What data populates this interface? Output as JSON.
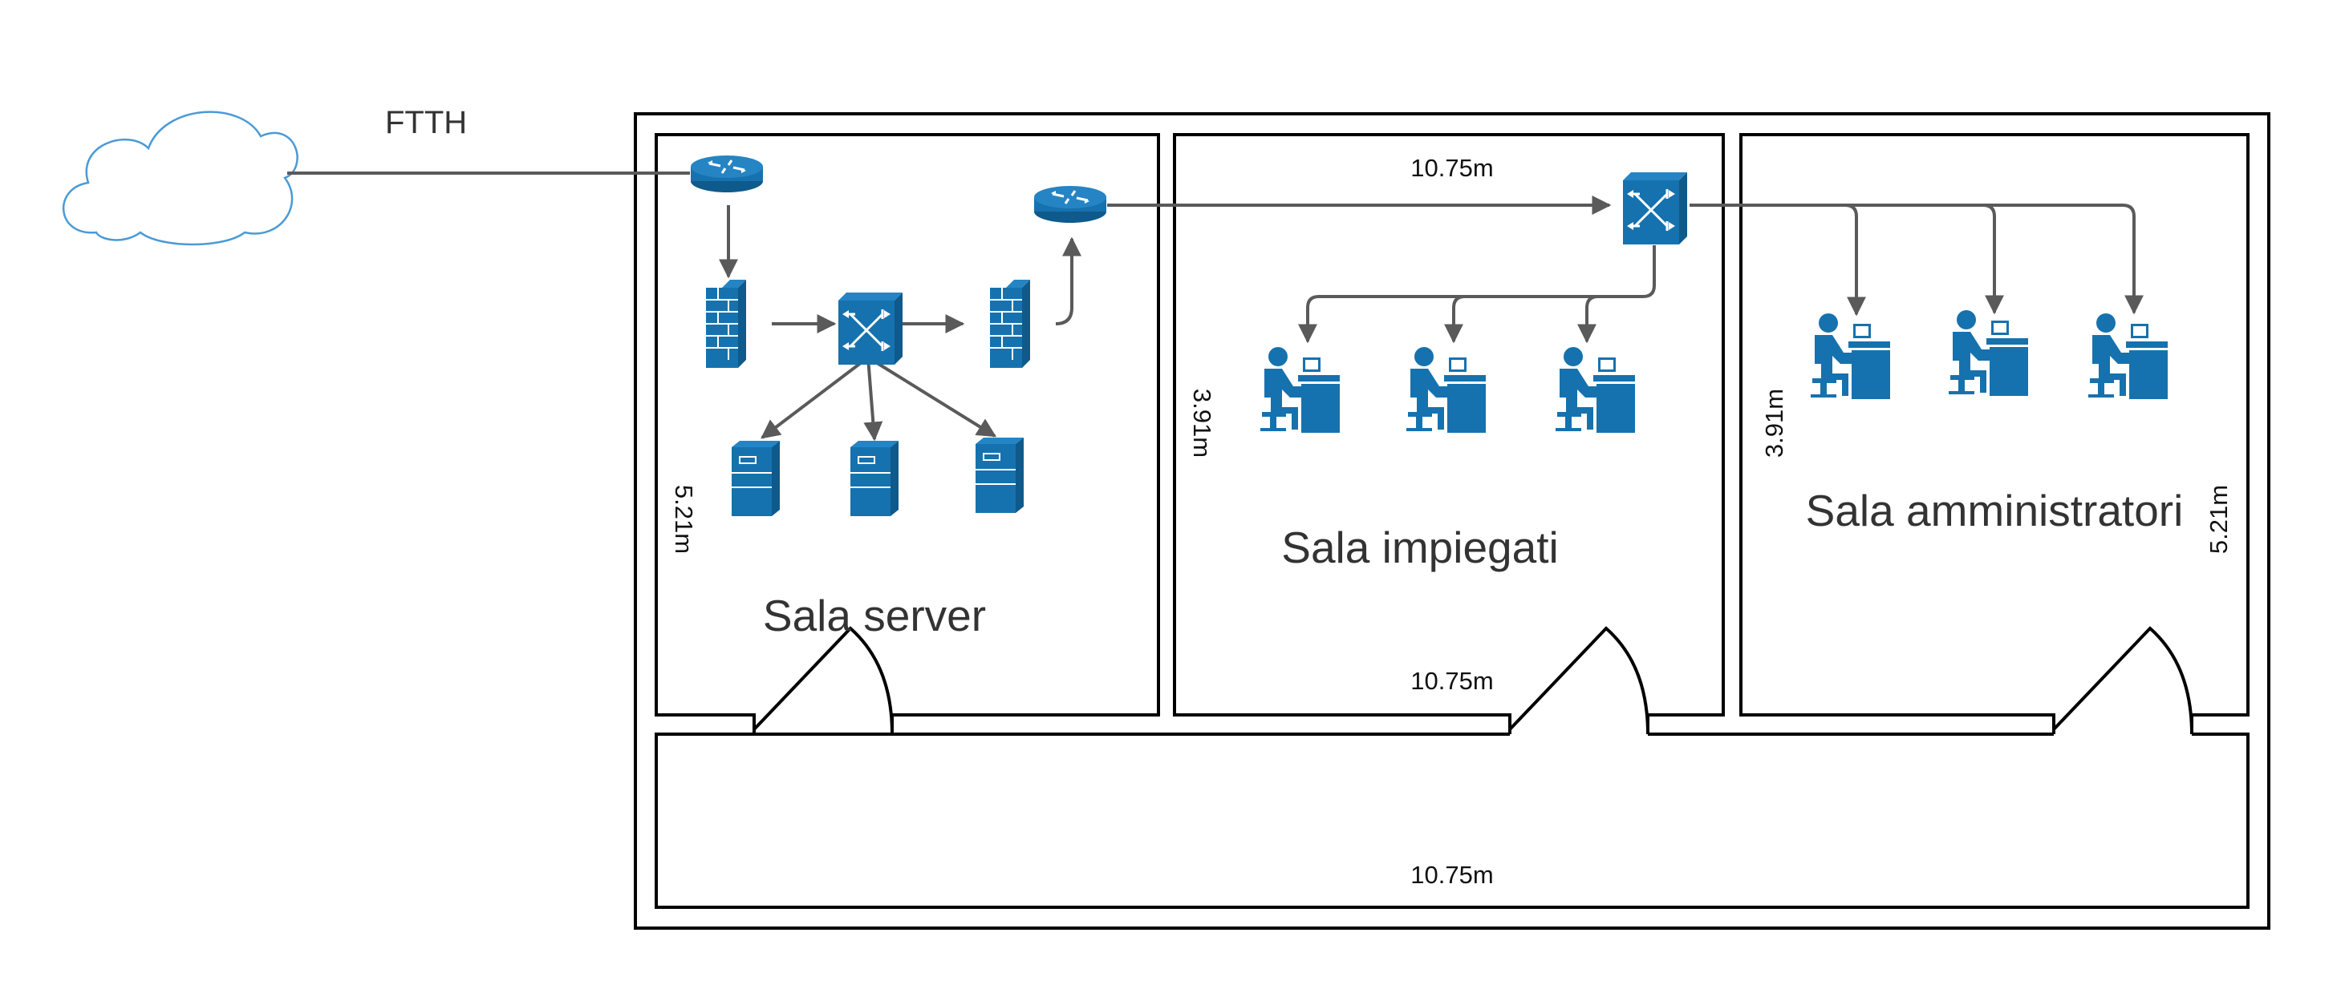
{
  "internet": {
    "label": "FTTH"
  },
  "rooms": {
    "server": {
      "title": "Sala server",
      "width_label": "",
      "height_label": "5.21m"
    },
    "employees": {
      "title": "Sala impiegati",
      "top_label": "10.75m",
      "bottom_label": "10.75m",
      "side_label": "3.91m"
    },
    "admins": {
      "title": "Sala amministratori",
      "left_label": "3.91m",
      "right_label": "5.21m"
    },
    "corridor": {
      "bottom_label": "10.75m"
    }
  },
  "colors": {
    "device": "#1672ae",
    "device_dark": "#0e5a8c",
    "cloud": "#4a9ad6",
    "link": "#5a5a5a"
  },
  "icons": [
    "cloud-icon",
    "router-icon",
    "firewall-icon",
    "switch-icon",
    "server-icon",
    "workstation-user-icon"
  ]
}
